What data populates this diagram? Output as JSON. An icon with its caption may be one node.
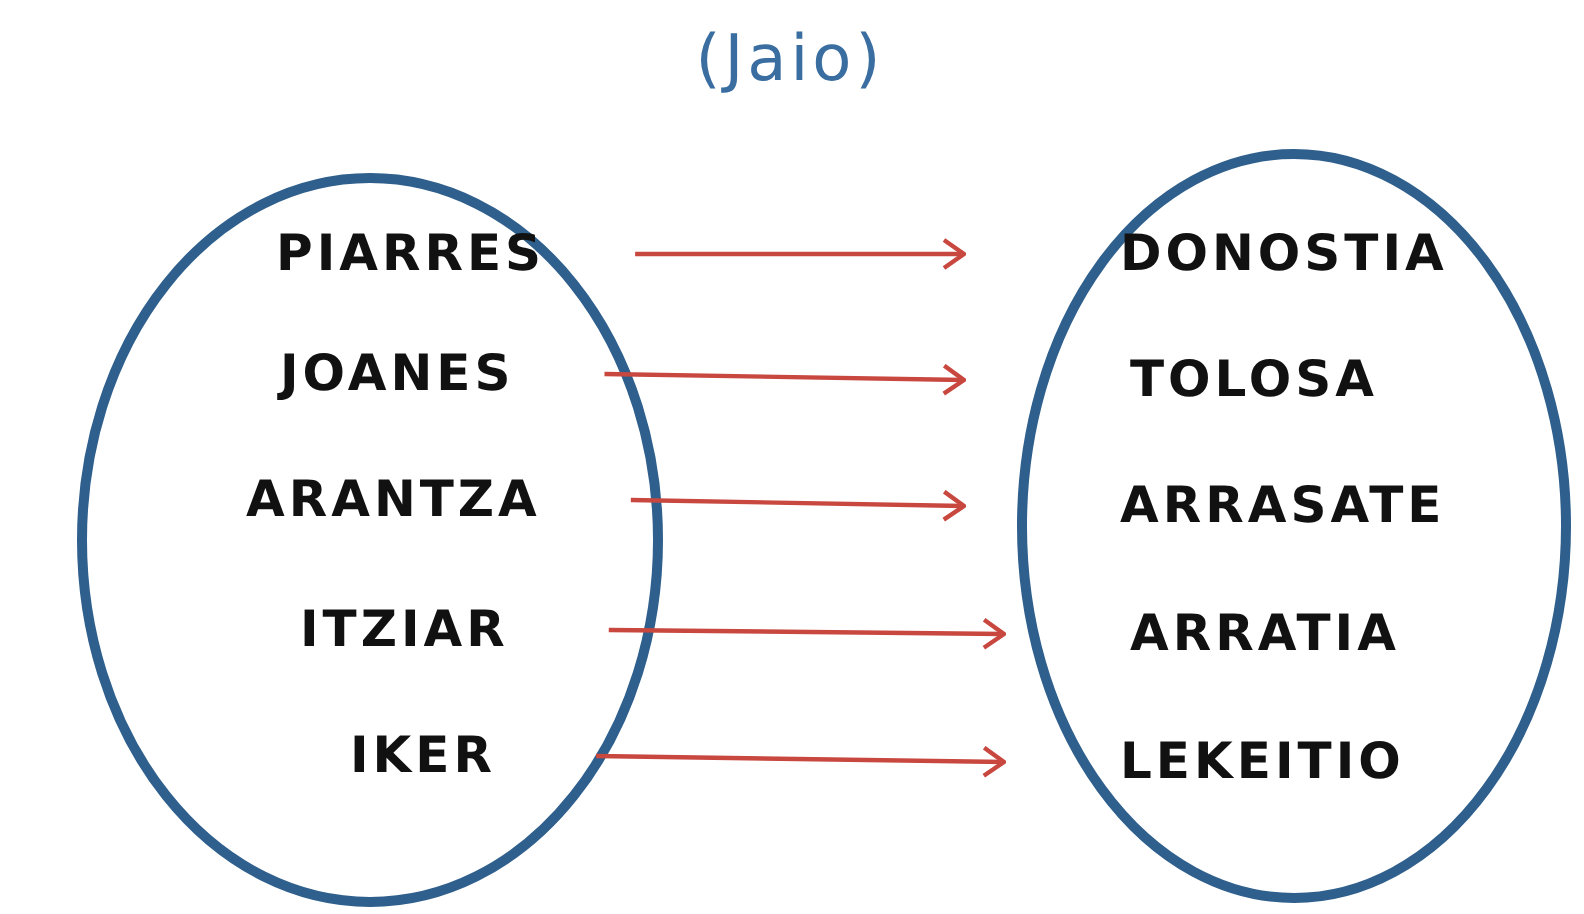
{
  "diagram": {
    "title": "(Jaio)",
    "nodes": [
      {
        "text": [],
        "shape": "ellipse"
      },
      {
        "text": [
          "PIARRES"
        ],
        "in": 0
      },
      {
        "text": [
          "JOANES"
        ],
        "in": 0
      },
      {
        "text": [
          "ARANTZA"
        ],
        "in": 0
      },
      {
        "text": [
          "ITZIAR"
        ],
        "in": 0
      },
      {
        "text": [
          "IKER"
        ],
        "in": 0
      },
      {
        "text": [],
        "shape": "ellipse"
      },
      {
        "text": [
          "DONOSTIA"
        ],
        "in": 6
      },
      {
        "text": [
          "TOLOSA"
        ],
        "in": 6
      },
      {
        "text": [
          "ARRASATE"
        ],
        "in": 6
      },
      {
        "text": [
          "ARRATIA"
        ],
        "in": 6
      },
      {
        "text": [
          "LEKEITIO"
        ],
        "in": 6
      }
    ],
    "edges": [
      {
        "from": 1,
        "to": 7,
        "arrow": "to"
      },
      {
        "from": 2,
        "to": 8,
        "arrow": "to"
      },
      {
        "from": 3,
        "to": 9,
        "arrow": "to"
      },
      {
        "from": 4,
        "to": 10,
        "arrow": "to"
      },
      {
        "from": 5,
        "to": 11,
        "arrow": "to"
      }
    ]
  }
}
